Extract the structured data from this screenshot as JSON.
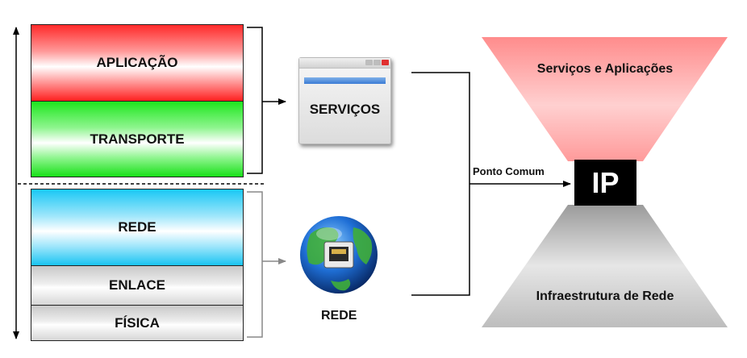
{
  "layers": {
    "aplicacao": "APLICAÇÃO",
    "transporte": "TRANSPORTE",
    "rede": "REDE",
    "enlace": "ENLACE",
    "fisica": "FÍSICA"
  },
  "services_box": {
    "label": "SERVIÇOS"
  },
  "globe": {
    "label": "REDE"
  },
  "hourglass": {
    "top_label": "Serviços e Aplicações",
    "bottom_label": "Infraestrutura de Rede",
    "center_label": "IP",
    "connector_label": "Ponto Comum"
  },
  "colors": {
    "aplicacao": "#ff2a2a",
    "transporte": "#1ee61e",
    "rede": "#19c8f5",
    "lower_layers": "#c8c8c8",
    "hourglass_top": "#ff8080",
    "hourglass_bottom": "#a0a0a0",
    "ip_box": "#000000"
  }
}
